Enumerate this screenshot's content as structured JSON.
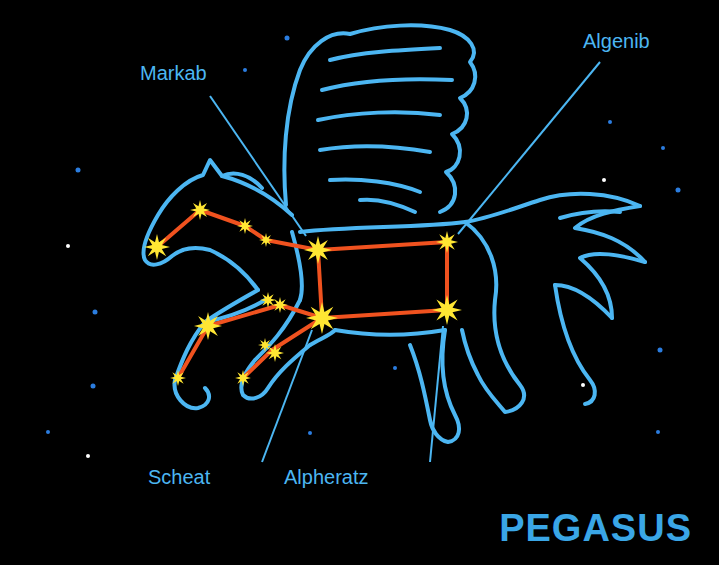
{
  "diagram": {
    "title": "PEGASUS",
    "labels": [
      "Markab",
      "Algenib",
      "Scheat",
      "Alpheratz"
    ]
  }
}
